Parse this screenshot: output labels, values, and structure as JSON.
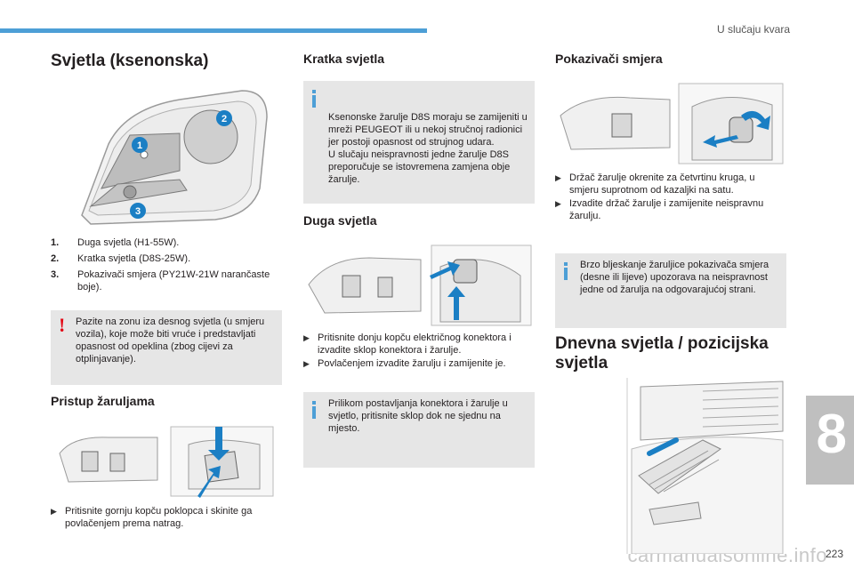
{
  "header": {
    "section_title": "U slučaju kvara"
  },
  "chapter": {
    "number": "8"
  },
  "footer": {
    "page_number": "223",
    "watermark": "carmanualsonline.info"
  },
  "col1": {
    "title": "Svjetla (ksenonska)",
    "bulb_list": [
      {
        "num": "1.",
        "text": "Duga svjetla (H1-55W)."
      },
      {
        "num": "2.",
        "text": "Kratka svjetla (D8S-25W)."
      },
      {
        "num": "3.",
        "text": "Pokazivači smjera (PY21W-21W narančaste boje)."
      }
    ],
    "warning": "Pazite na zonu iza desnog svjetla (u smjeru vozila), koje može biti vruće i predstavljati opasnost od opeklina (zbog cijevi za otplinjavanje).",
    "access_title": "Pristup žaruljama",
    "access_step": "Pritisnite gornju kopču poklopca i skinite ga povlačenjem prema natrag.",
    "callouts": [
      "1",
      "2",
      "3"
    ]
  },
  "col2": {
    "low_title": "Kratka svjetla",
    "low_info": "Ksenonske žarulje D8S moraju se zamijeniti u mreži PEUGEOT ili u nekoj stručnoj radionici jer postoji opasnost od strujnog udara.\nU slučaju neispravnosti jedne žarulje D8S preporučuje se istovremena zamjena obje žarulje.",
    "high_title": "Duga svjetla",
    "high_steps": [
      "Pritisnite donju kopču električnog konektora i izvadite sklop konektora i žarulje.",
      "Povlačenjem izvadite žarulju i zamijenite je."
    ],
    "high_info": "Prilikom postavljanja konektora i žarulje u svjetlo, pritisnite sklop dok ne sjednu na mjesto."
  },
  "col3": {
    "ind_title": "Pokazivači smjera",
    "ind_steps": [
      "Držač žarulje okrenite za četvrtinu kruga, u smjeru suprotnom od kazaljki na satu.",
      "Izvadite držač žarulje i zamijenite neispravnu žarulju."
    ],
    "ind_info": "Brzo bljeskanje žaruljice pokazivača smjera (desne ili lijeve) upozorava na neispravnost jedne od žarulja na odgovarajućoj strani.",
    "drl_title": "Dnevna svjetla / pozicijska svjetla"
  },
  "colors": {
    "accent_blue": "#4d9fd6",
    "callout_blue": "#1b7fc4",
    "warn_red": "#e30613",
    "box_gray": "#e6e6e6",
    "tab_gray": "#bfbfbf"
  }
}
